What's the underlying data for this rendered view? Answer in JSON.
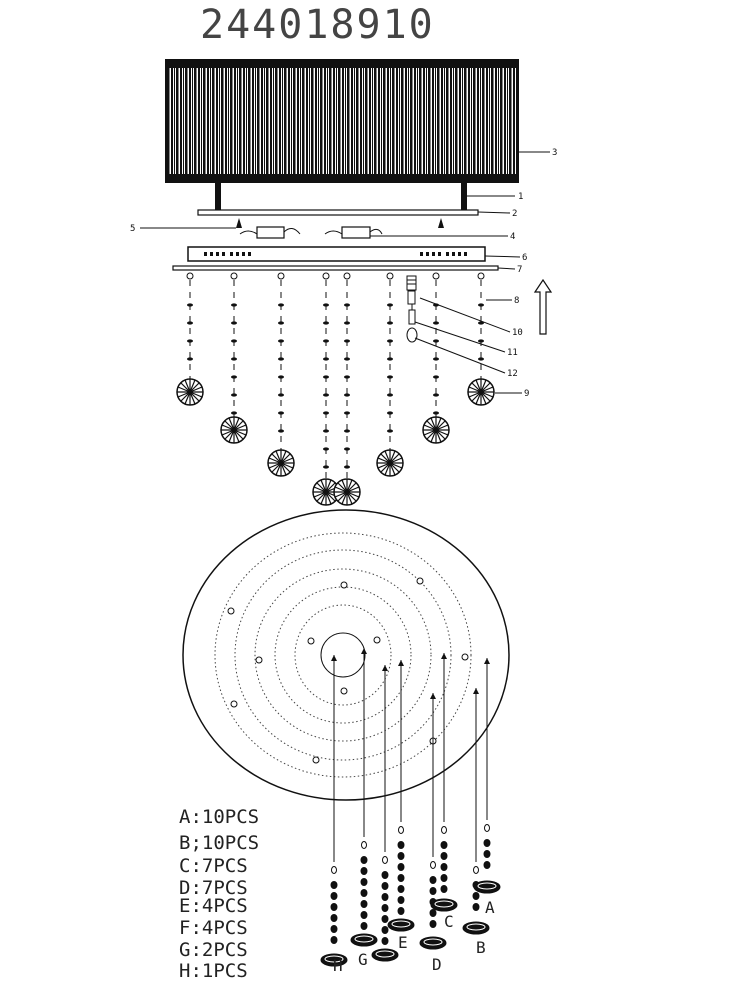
{
  "title": "244018910",
  "callouts": [
    "1",
    "2",
    "3",
    "4",
    "5",
    "6",
    "7",
    "8",
    "9",
    "10",
    "11",
    "12"
  ],
  "pcs_list": [
    "A:10PCS",
    "B;10PCS",
    "C:7PCS",
    "D:7PCS",
    "E:4PCS",
    "F:4PCS",
    "G:2PCS",
    "H:1PCS"
  ],
  "pendant_letters": [
    "A",
    "B",
    "C",
    "D",
    "E",
    "G",
    "H"
  ]
}
